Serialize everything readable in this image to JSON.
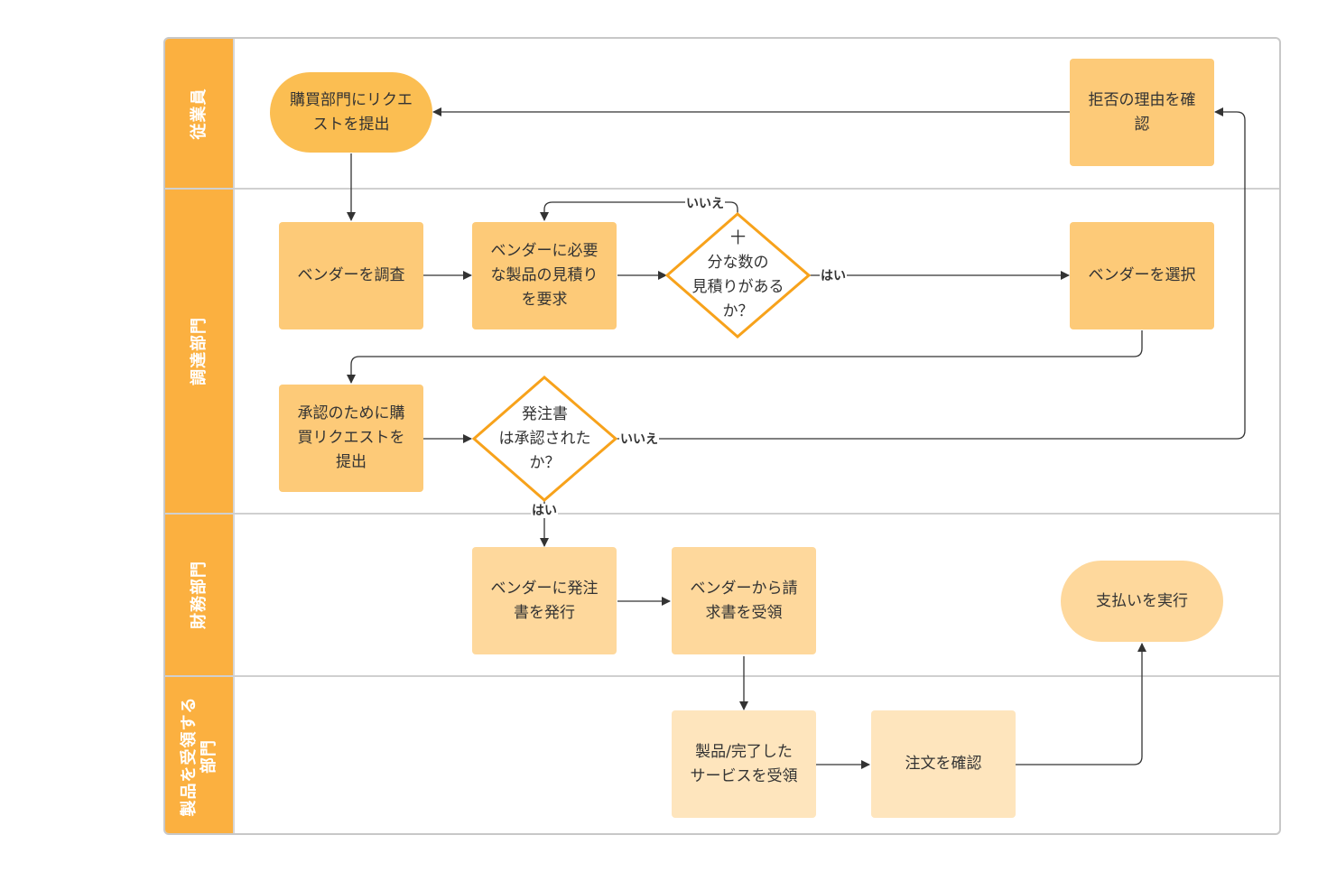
{
  "lanes": {
    "employee": "従業員",
    "procurement": "調達部門",
    "finance": "財務部門",
    "receiving": "製品を受領する\n部門"
  },
  "nodes": {
    "submit_request": "購買部門にリクエ\nストを提出",
    "confirm_reason": "拒否の理由を確\n認",
    "research_vendors": "ベンダーを調査",
    "request_quotes": "ベンダーに必要\nな製品の見積り\nを要求",
    "enough_quotes": "十\n分な数の\n見積りがある\nか？",
    "select_vendor": "ベンダーを選択",
    "submit_for_approval": "承認のために購\n買リクエストを\n提出",
    "po_approved": "発注書\nは承認された\nか？",
    "issue_po": "ベンダーに発注\n書を発行",
    "receive_invoice": "ベンダーから請\n求書を受領",
    "make_payment": "支払いを実行",
    "receive_product": "製品/完了した\nサービスを受領",
    "confirm_order": "注文を確認"
  },
  "edge_labels": {
    "no_quotes": "いいえ",
    "yes_quotes": "はい",
    "no_approval": "いいえ",
    "yes_approval": "はい"
  },
  "colors": {
    "lane_header": "#fbb040",
    "node_dark": "#fbbe52",
    "node_mid": "#fdca78",
    "node_light": "#fed89c",
    "node_pale": "#fee5bd",
    "decision_border": "#f7a21b",
    "edge": "#333333"
  }
}
